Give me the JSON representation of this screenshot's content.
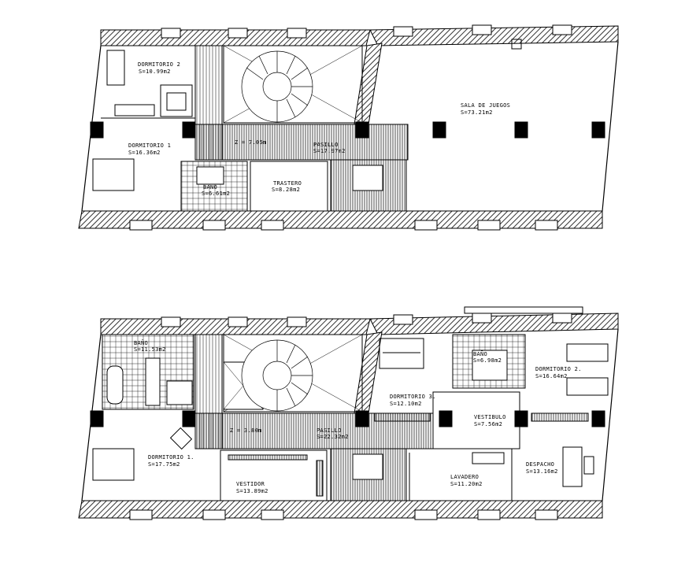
{
  "upper_floor": {
    "rooms": {
      "dormitorio2": {
        "name": "DORMITORIO 2",
        "area": "S=10.99m2"
      },
      "dormitorio1": {
        "name": "DORMITORIO 1",
        "area": "S=16.36m2"
      },
      "bano": {
        "name": "BAÑO",
        "area": "S=6.61m2"
      },
      "trastero": {
        "name": "TRASTERO",
        "area": "S=8.28m2"
      },
      "pasillo": {
        "name": "PASILLO",
        "area": "S=17.97m2"
      },
      "sala_juegos": {
        "name": "SALA DE JUEGOS",
        "area": "S=73.21m2"
      }
    },
    "level": "Z = 7.05m"
  },
  "lower_floor": {
    "rooms": {
      "bano1": {
        "name": "BAÑO",
        "area": "S=11.53m2"
      },
      "dormitorio1": {
        "name": "DORMITORIO 1.",
        "area": "S=17.75m2"
      },
      "pasillo": {
        "name": "PASILLO",
        "area": "S=22.32m2"
      },
      "vestidor": {
        "name": "VESTIDOR",
        "area": "S=13.89m2"
      },
      "dormitorio3": {
        "name": "DORMITORIO 3.",
        "area": "S=12.10m2"
      },
      "vestibulo": {
        "name": "VESTIBULO",
        "area": "S=7.56m2"
      },
      "bano2": {
        "name": "BAÑO",
        "area": "S=6.98m2"
      },
      "dormitorio2": {
        "name": "DORMITORIO 2.",
        "area": "S=16.64m2"
      },
      "lavadero": {
        "name": "LAVADERO",
        "area": "S=11.20m2"
      },
      "despacho": {
        "name": "DESPACHO",
        "area": "S=13.16m2"
      }
    },
    "level": "Z = 3.80m"
  },
  "colors": {
    "ink": "#000000",
    "wall_hatch": "#555555",
    "paper": "#ffffff"
  }
}
